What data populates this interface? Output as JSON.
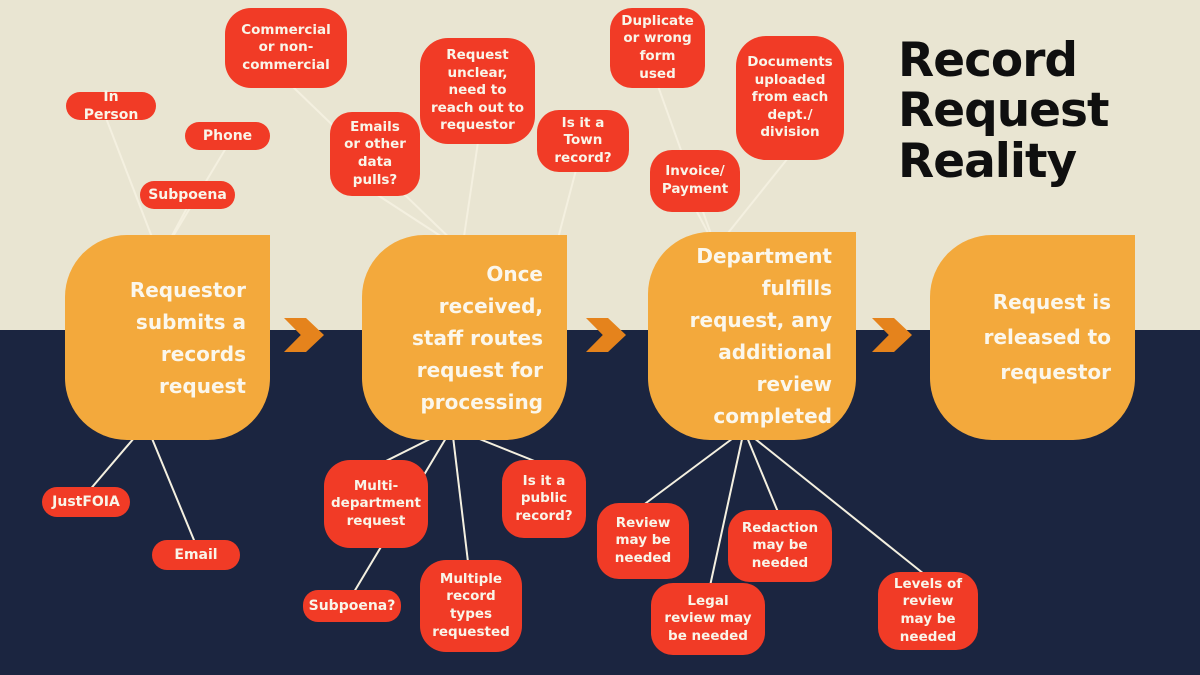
{
  "title": "Record Request Reality",
  "colors": {
    "background_top": "#e9e5d2",
    "background_bottom": "#1b2540",
    "step_box_fill": "#f3a93c",
    "bubble_fill": "#f13b26",
    "arrow_fill": "#e5831c",
    "connector_line": "#f4f0e0",
    "step_text": "#fbf7ec",
    "bubble_text": "#f9f5e9",
    "title_text": "#0f0f0f"
  },
  "steps": [
    {
      "label": "Requestor submits a records request"
    },
    {
      "label": "Once received, staff routes request for processing"
    },
    {
      "label": "Department fulfills request, any additional review completed"
    },
    {
      "label": "Request is released to requestor"
    }
  ],
  "bubbles": [
    {
      "id": "in-person",
      "label": "In Person"
    },
    {
      "id": "phone",
      "label": "Phone"
    },
    {
      "id": "subpoena",
      "label": "Subpoena"
    },
    {
      "id": "commercial-or-non-commercial",
      "label": "Commercial or non-commercial"
    },
    {
      "id": "emails-or-data-pulls",
      "label": "Emails or other data pulls?"
    },
    {
      "id": "request-unclear",
      "label": "Request unclear, need to reach out to requestor"
    },
    {
      "id": "town-record",
      "label": "Is it a Town record?"
    },
    {
      "id": "duplicate-or-wrong-form",
      "label": "Duplicate or wrong form used"
    },
    {
      "id": "invoice-payment",
      "label": "Invoice/ Payment"
    },
    {
      "id": "documents-uploaded",
      "label": "Documents uploaded from each dept./ division"
    },
    {
      "id": "justfoia",
      "label": "JustFOIA"
    },
    {
      "id": "email",
      "label": "Email"
    },
    {
      "id": "multi-department-request",
      "label": "Multi-department request"
    },
    {
      "id": "subpoena-question",
      "label": "Subpoena?"
    },
    {
      "id": "multiple-record-types",
      "label": "Multiple record types requested"
    },
    {
      "id": "public-record",
      "label": "Is it a public record?"
    },
    {
      "id": "review-may-be-needed",
      "label": "Review may be needed"
    },
    {
      "id": "redaction-may-be-needed",
      "label": "Redaction may be needed"
    },
    {
      "id": "legal-review-may-be-needed",
      "label": "Legal review may be needed"
    },
    {
      "id": "levels-of-review",
      "label": "Levels of review may be needed"
    }
  ]
}
